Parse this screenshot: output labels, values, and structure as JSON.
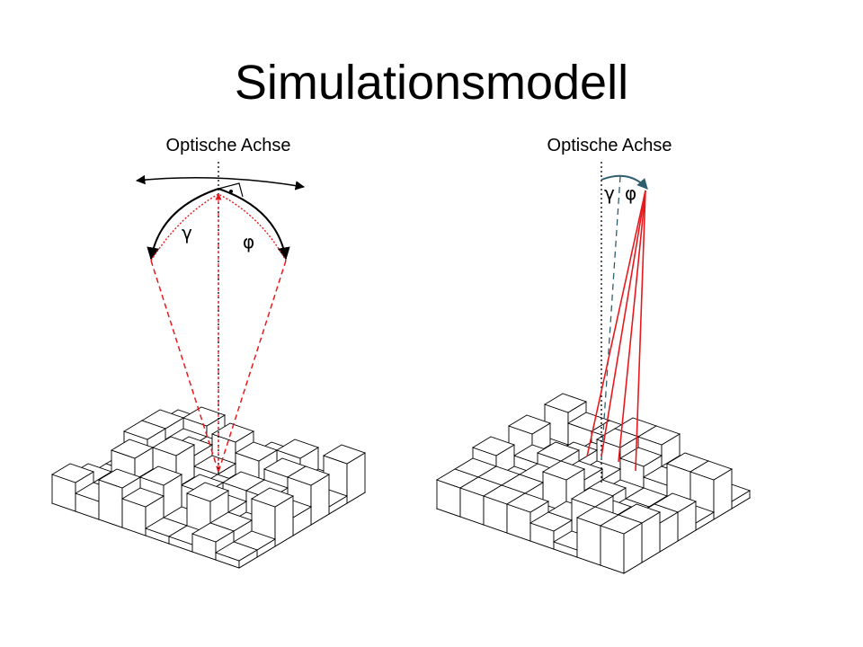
{
  "title": "Simulationsmodell",
  "left_panel": {
    "axis_label": "Optische Achse",
    "gamma": "γ",
    "phi": "φ"
  },
  "right_panel": {
    "axis_label": "Optische Achse",
    "gamma": "γ",
    "phi": "φ"
  },
  "colors": {
    "ray": "#e8191d",
    "arc_accent": "#2f5f6f",
    "outline": "#000000"
  }
}
